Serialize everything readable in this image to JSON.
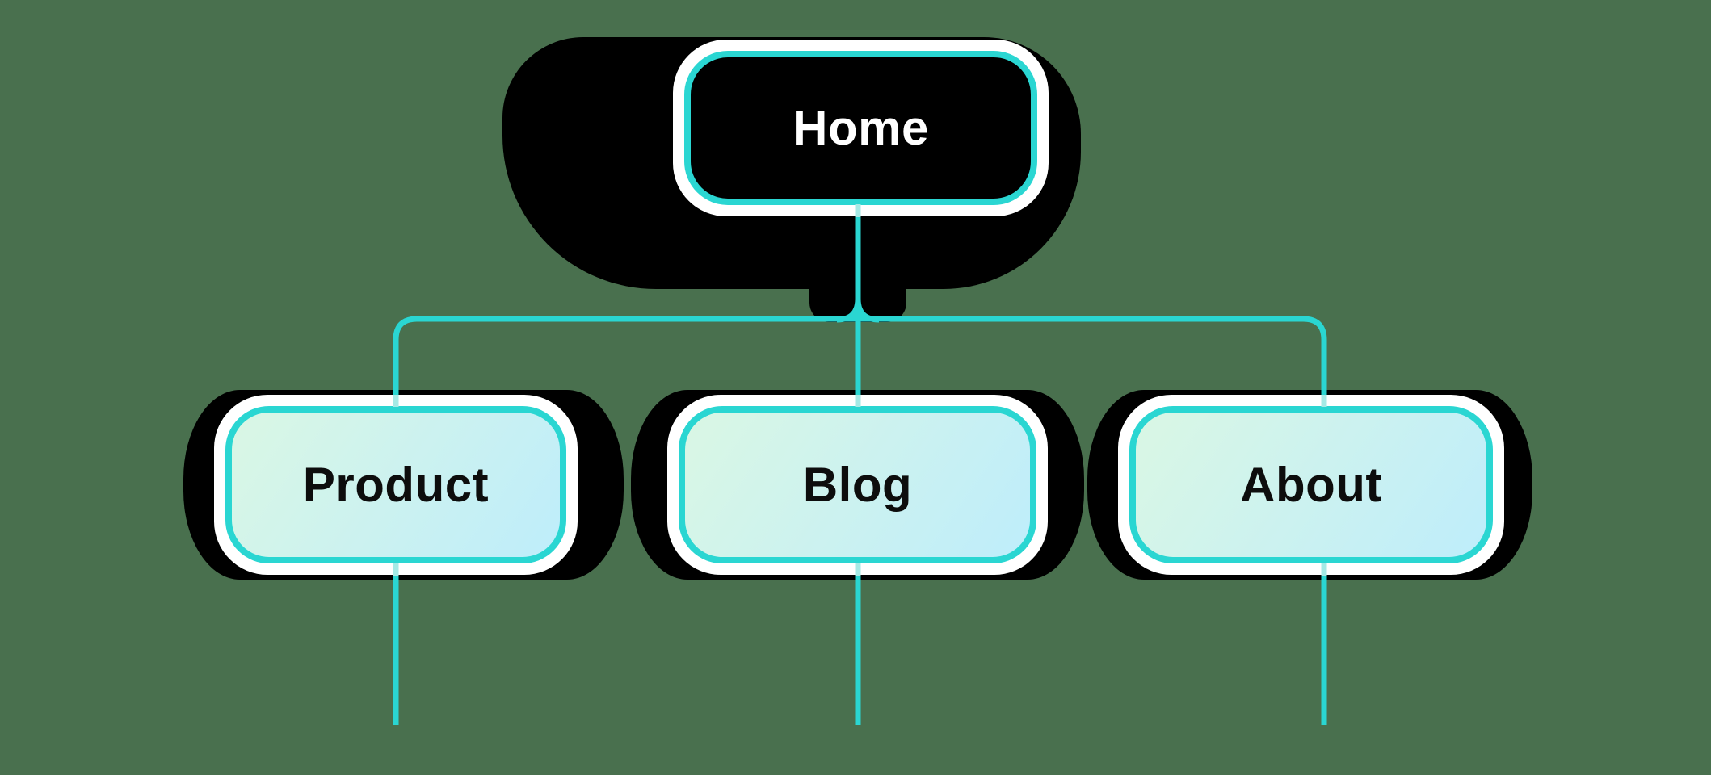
{
  "diagram": {
    "type": "sitemap-tree",
    "root": {
      "label": "Home"
    },
    "children": [
      {
        "label": "Product"
      },
      {
        "label": "Blog"
      },
      {
        "label": "About"
      }
    ]
  },
  "theme": {
    "bg": "#49704E",
    "teal": "#2AD6D2",
    "paleLine": "#A5EAE6",
    "ring": "#FFFFFF",
    "shadow": "#000000",
    "rootFill": "#000000",
    "rootText": "#FFFFFF",
    "childText": "#0D0D0D",
    "gradStart": "#DAF7E4",
    "gradEnd": "#BEEDFB"
  }
}
